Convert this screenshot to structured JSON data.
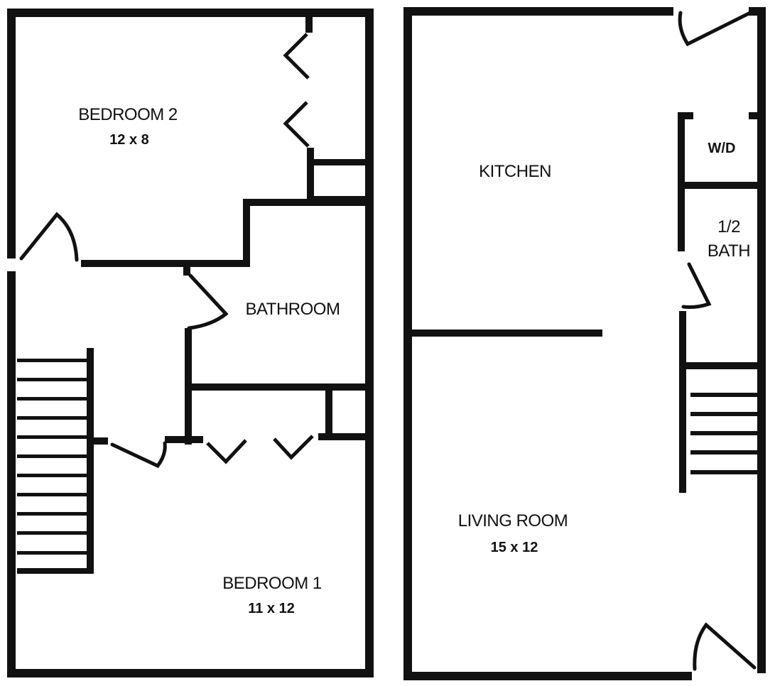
{
  "rooms": {
    "bedroom2": {
      "name": "BEDROOM 2",
      "dimensions": "12 x 8"
    },
    "bathroom": {
      "name": "BATHROOM"
    },
    "bedroom1": {
      "name": "BEDROOM 1",
      "dimensions": "11 x 12"
    },
    "kitchen": {
      "name": "KITCHEN"
    },
    "washer_dryer": {
      "name": "W/D"
    },
    "half_bath": {
      "name_line1": "1/2",
      "name_line2": "BATH"
    },
    "living_room": {
      "name": "LIVING ROOM",
      "dimensions": "15 x 12"
    }
  }
}
